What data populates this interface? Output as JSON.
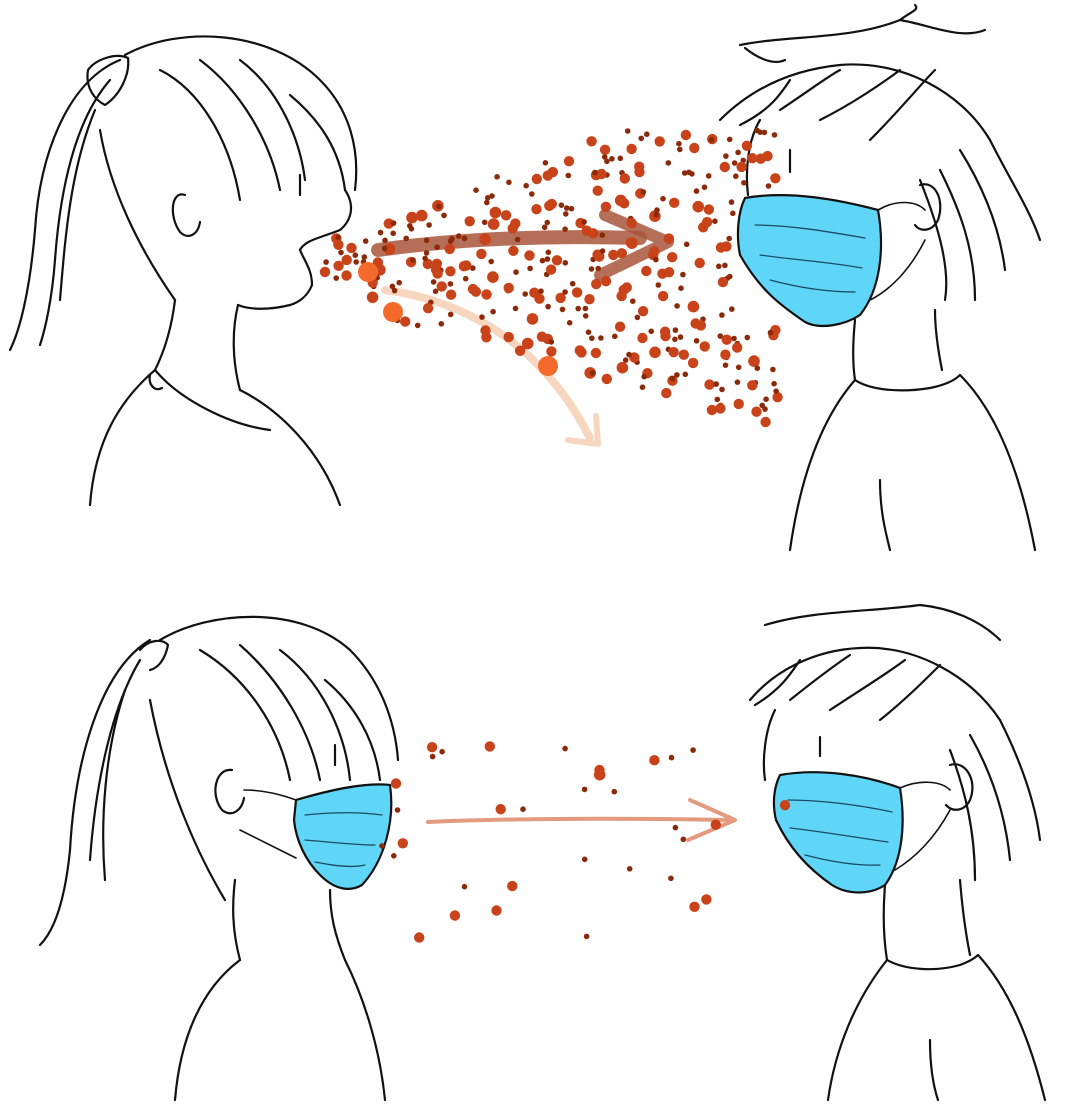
{
  "illustration": {
    "panels": [
      {
        "id": "no-mask-speaker",
        "speaker": {
          "wearing_mask": false
        },
        "listener": {
          "wearing_mask": true
        },
        "droplet_density": "high"
      },
      {
        "id": "both-masked",
        "speaker": {
          "wearing_mask": true
        },
        "listener": {
          "wearing_mask": true
        },
        "droplet_density": "low"
      }
    ],
    "colors": {
      "mask": "#5fd6f7",
      "droplet_dark": "#8b2a0a",
      "droplet_mid": "#c8431a",
      "droplet_bright": "#f46a2a",
      "arrow_main": "#a8553a",
      "arrow_faint": "#f7d6bf",
      "arrow_light": "#e49a7f"
    }
  }
}
